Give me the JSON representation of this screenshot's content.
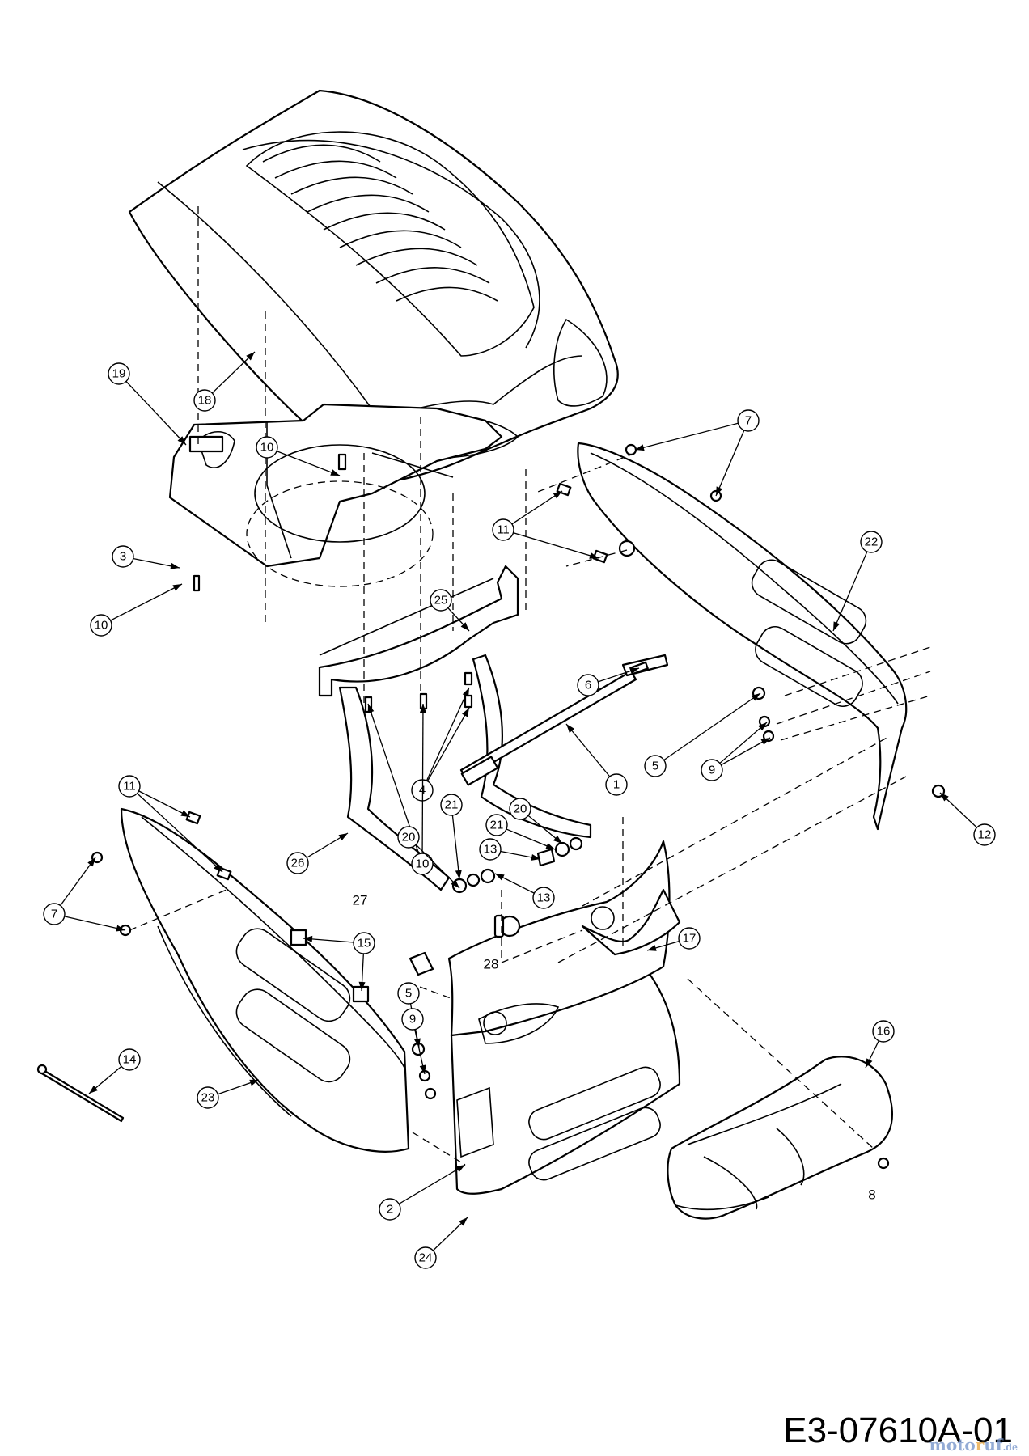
{
  "drawing_code": "E3-07610A-01",
  "watermark": {
    "pre": "moto",
    "highlight": "r",
    "post": "uf",
    "tld": ".de"
  },
  "callouts": [
    {
      "label": "19"
    },
    {
      "label": "18"
    },
    {
      "label": "10"
    },
    {
      "label": "3"
    },
    {
      "label": "10"
    },
    {
      "label": "25"
    },
    {
      "label": "11"
    },
    {
      "label": "7"
    },
    {
      "label": "22"
    },
    {
      "label": "6"
    },
    {
      "label": "4"
    },
    {
      "label": "10"
    },
    {
      "label": "1"
    },
    {
      "label": "5"
    },
    {
      "label": "9"
    },
    {
      "label": "12"
    },
    {
      "label": "11"
    },
    {
      "label": "7"
    },
    {
      "label": "26"
    },
    {
      "label": "21"
    },
    {
      "label": "20"
    },
    {
      "label": "21"
    },
    {
      "label": "20"
    },
    {
      "label": "13"
    },
    {
      "label": "13"
    },
    {
      "label": "15"
    },
    {
      "label": "17"
    },
    {
      "label": "5"
    },
    {
      "label": "9"
    },
    {
      "label": "14"
    },
    {
      "label": "23"
    },
    {
      "label": "16"
    },
    {
      "label": "2"
    },
    {
      "label": "24"
    }
  ],
  "plain_labels": [
    {
      "label": "27"
    },
    {
      "label": "28"
    },
    {
      "label": "8"
    }
  ]
}
